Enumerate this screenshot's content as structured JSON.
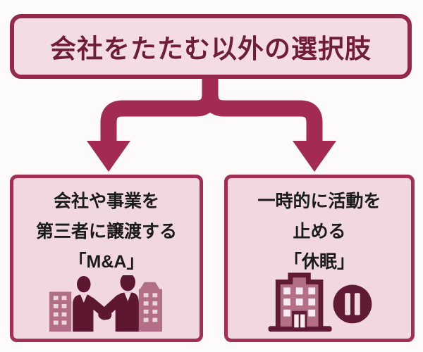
{
  "title": {
    "label": "会社をたたむ以外の選択肢"
  },
  "colors": {
    "accent_crimson": "#a22f55",
    "banner_border": "#95294c",
    "panel_pink": "#f1d8e0",
    "title_text": "#6f1d39",
    "icon_dark_maroon": "#601a33",
    "icon_building_mauve": "#b36f88",
    "body_text": "#1b1b1b",
    "page_background": "#fcfbfa"
  },
  "options": [
    {
      "id": "ma",
      "lines": [
        "会社や事業を",
        "第三者に譲渡する",
        "「M&A」"
      ],
      "icon": "handshake-merger-icon"
    },
    {
      "id": "dormancy",
      "lines": [
        "一時的に活動を",
        "止める",
        "「休眠」"
      ],
      "icon": "building-pause-icon"
    }
  ]
}
